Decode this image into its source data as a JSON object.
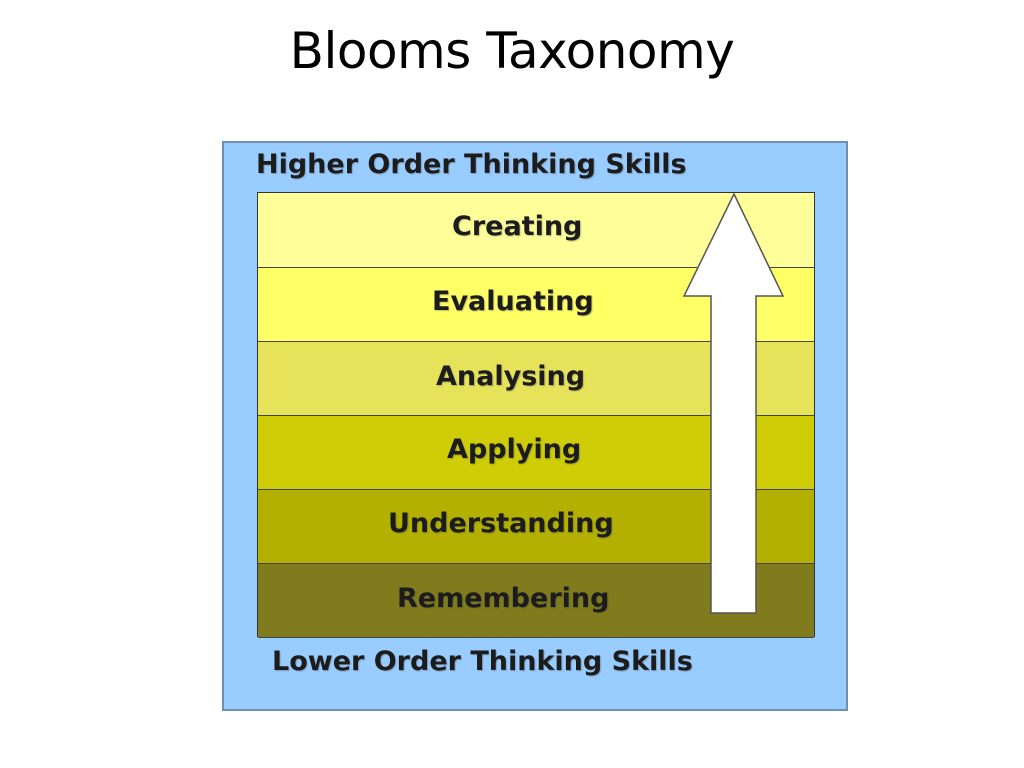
{
  "title": "Blooms Taxonomy",
  "diagram": {
    "top_label": "Higher Order  Thinking Skills",
    "bottom_label": "Lower Order Thinking Skills",
    "levels": [
      {
        "label": "Creating",
        "color": "#ffff99"
      },
      {
        "label": "Evaluating",
        "color": "#ffff66"
      },
      {
        "label": "Analysing",
        "color": "#e6e35a"
      },
      {
        "label": "Applying",
        "color": "#cfcc08"
      },
      {
        "label": "Understanding",
        "color": "#b3b000"
      },
      {
        "label": "Remembering",
        "color": "#807b1c"
      }
    ],
    "arrow": {
      "direction": "up",
      "icon": "up-arrow-icon",
      "color": "#ffffff"
    },
    "frame_color": "#99ccff"
  }
}
